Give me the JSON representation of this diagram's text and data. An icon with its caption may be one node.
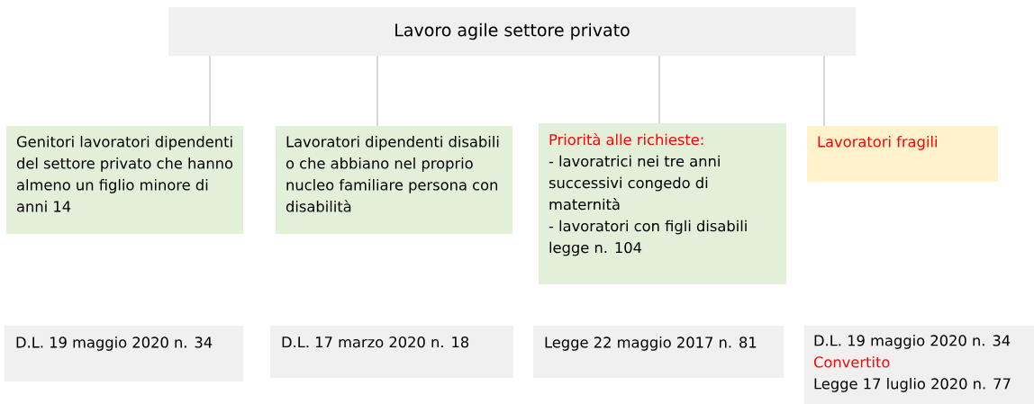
{
  "diagram": {
    "nodes": [
      {
        "text": [
          "Lavoro agile settore privato"
        ]
      },
      {
        "text": [
          "Genitori lavoratori dipendenti del settore privato che hanno almeno un figlio minore di anni 14"
        ]
      },
      {
        "text": [
          "Lavoratori dipendenti disabili o che abbiano nel proprio nucleo familiare persona con disabilità"
        ]
      },
      {
        "text": [
          "Priorità alle richieste:",
          "- lavoratrici nei tre anni successivi congedo di maternità",
          "- lavoratori con figli disabili legge n. 104"
        ]
      },
      {
        "text": [
          "Lavoratori fragili"
        ]
      },
      {
        "text": [
          "D.L. 19 maggio 2020 n. 34"
        ]
      },
      {
        "text": [
          "D.L. 17 marzo 2020 n. 18"
        ]
      },
      {
        "text": [
          "Legge 22 maggio 2017 n. 81"
        ]
      },
      {
        "text": [
          "D.L. 19 maggio 2020 n. 34",
          "Convertito",
          "Legge 17 luglio 2020 n. 77"
        ]
      }
    ],
    "edges": [
      {
        "from": 0,
        "to": 1,
        "arrow": "none"
      },
      {
        "from": 0,
        "to": 2,
        "arrow": "none"
      },
      {
        "from": 0,
        "to": 3,
        "arrow": "none"
      },
      {
        "from": 0,
        "to": 4,
        "arrow": "none"
      }
    ]
  }
}
